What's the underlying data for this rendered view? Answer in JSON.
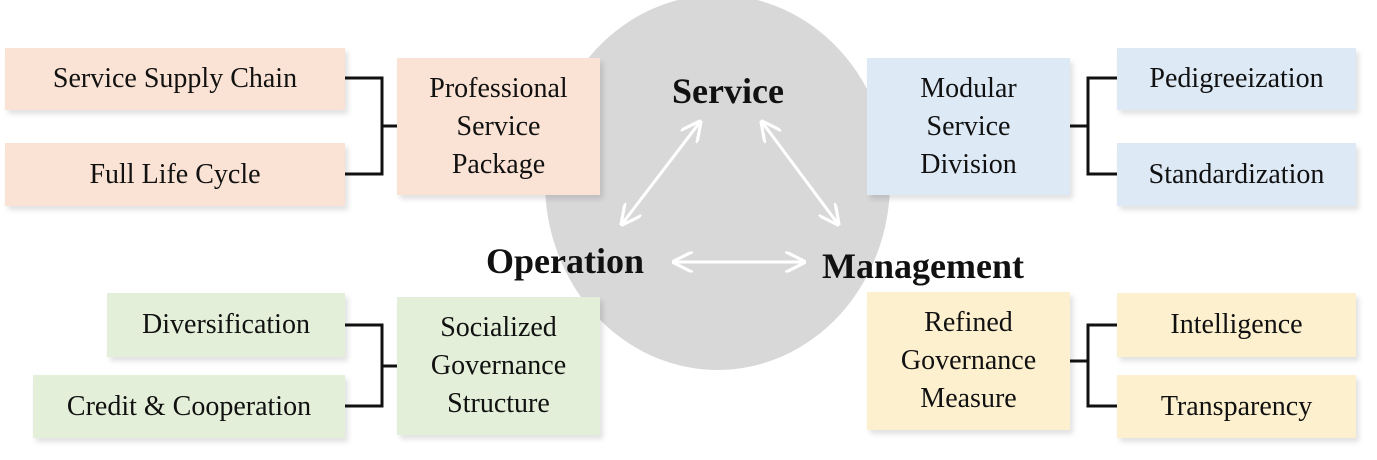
{
  "core": {
    "service": "Service",
    "operation": "Operation",
    "management": "Management"
  },
  "service_group": {
    "main": [
      "Professional",
      "Service",
      "Package"
    ],
    "items": [
      "Service Supply Chain",
      "Full Life Cycle"
    ]
  },
  "operation_group": {
    "main": [
      "Socialized",
      "Governance",
      "Structure"
    ],
    "items": [
      "Diversification",
      "Credit & Cooperation"
    ]
  },
  "modular_group": {
    "main": [
      "Modular",
      "Service",
      "Division"
    ],
    "items": [
      "Pedigreeization",
      "Standardization"
    ]
  },
  "management_group": {
    "main": [
      "Refined",
      "Governance",
      "Measure"
    ],
    "items": [
      "Intelligence",
      "Transparency"
    ]
  },
  "colors": {
    "service": "#fae3d4",
    "operation": "#e3efd9",
    "modular": "#dde9f5",
    "management": "#fdf0cf",
    "circle": "#d8d8d9"
  }
}
